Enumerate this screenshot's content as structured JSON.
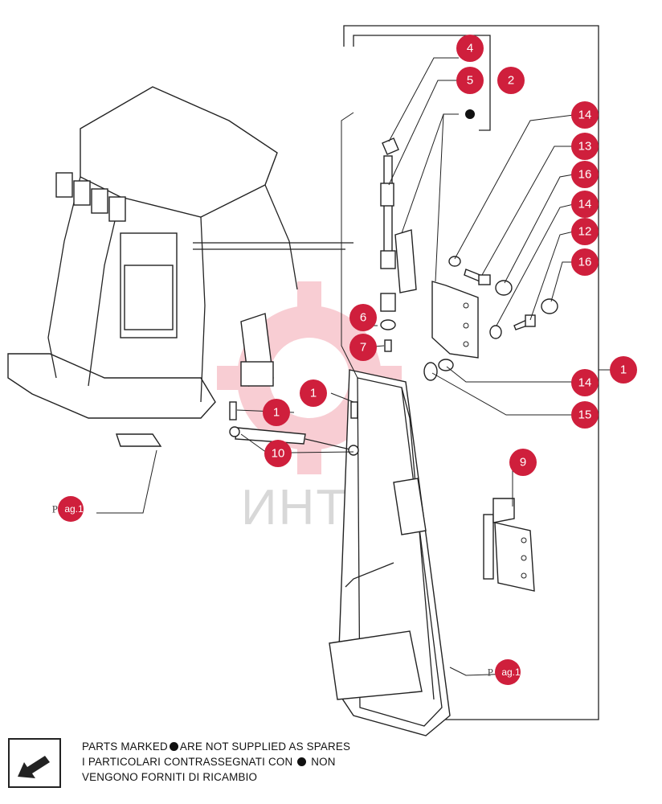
{
  "callouts": [
    {
      "id": "c4",
      "label": "4"
    },
    {
      "id": "c5",
      "label": "5"
    },
    {
      "id": "c2",
      "label": "2"
    },
    {
      "id": "c14a",
      "label": "14"
    },
    {
      "id": "c13",
      "label": "13"
    },
    {
      "id": "c16a",
      "label": "16"
    },
    {
      "id": "c14b",
      "label": "14"
    },
    {
      "id": "c12",
      "label": "12"
    },
    {
      "id": "c16b",
      "label": "16"
    },
    {
      "id": "c1a",
      "label": "1"
    },
    {
      "id": "c6",
      "label": "6"
    },
    {
      "id": "c7",
      "label": "7"
    },
    {
      "id": "c14c",
      "label": "14"
    },
    {
      "id": "c15",
      "label": "15"
    },
    {
      "id": "c1b",
      "label": "1"
    },
    {
      "id": "c1c",
      "label": "1"
    },
    {
      "id": "c10",
      "label": "10"
    },
    {
      "id": "c9",
      "label": "9"
    }
  ],
  "page_refs": {
    "left": {
      "prefix": "P",
      "badge": "ag.1"
    },
    "right": {
      "prefix": "P",
      "badge": "ag.1"
    }
  },
  "watermark": "ИНТЕХ",
  "footer": {
    "line1_a": "PARTS MARKED",
    "line1_b": "ARE NOT SUPPLIED AS SPARES",
    "line2_a": "I PARTICOLARI  CONTRASSEGNATI  CON",
    "line2_b": "NON",
    "line3": "VENGONO FORNITI DI RICAMBIO",
    "icon": "arrow-bottom-left-icon"
  },
  "colors": {
    "callout": "#cf1f3c",
    "line": "#222222"
  }
}
